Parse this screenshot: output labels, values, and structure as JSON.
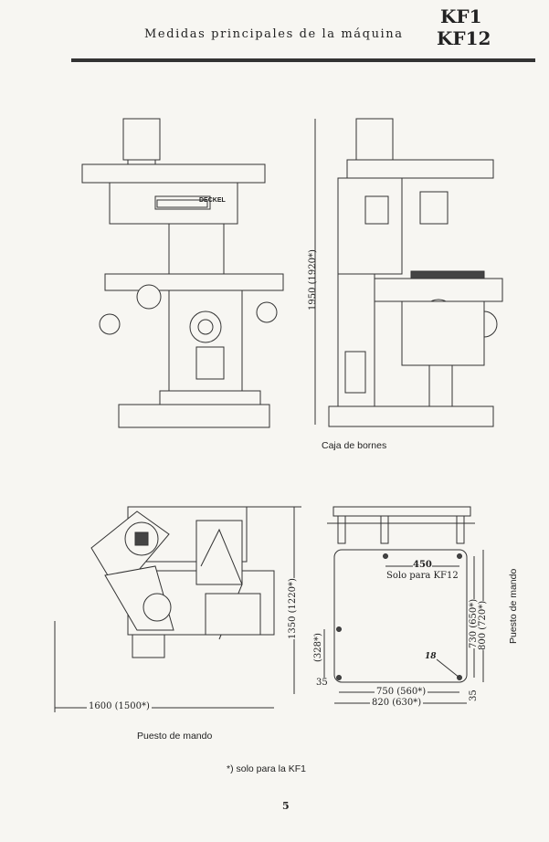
{
  "header": {
    "title": "Medidas principales de la máquina",
    "models": [
      "KF1",
      "KF12"
    ]
  },
  "front_view": {
    "brand_plate": "DECKEL"
  },
  "side_view": {
    "height_dimension": "1950 (1920*)",
    "caption": "Caja de bornes"
  },
  "plan_view": {
    "width_dimension": "1600 (1500*)",
    "depth_dimension": "1350 (1220*)",
    "caption": "Puesto de mando"
  },
  "foundation_plan": {
    "hole_spacing": "450",
    "hole_note": "Solo para KF12",
    "offset_left": "(328*)",
    "margin_left": "35",
    "margin_bottom": "35",
    "inner_width": "750 (560*)",
    "outer_width": "820 (630*)",
    "inner_depth": "730 (650*)",
    "outer_depth": "800 (720*)",
    "hole_diameter": "18",
    "side_label": "Puesto de mando"
  },
  "footnote": "*) solo para la KF1",
  "page_number": "5"
}
